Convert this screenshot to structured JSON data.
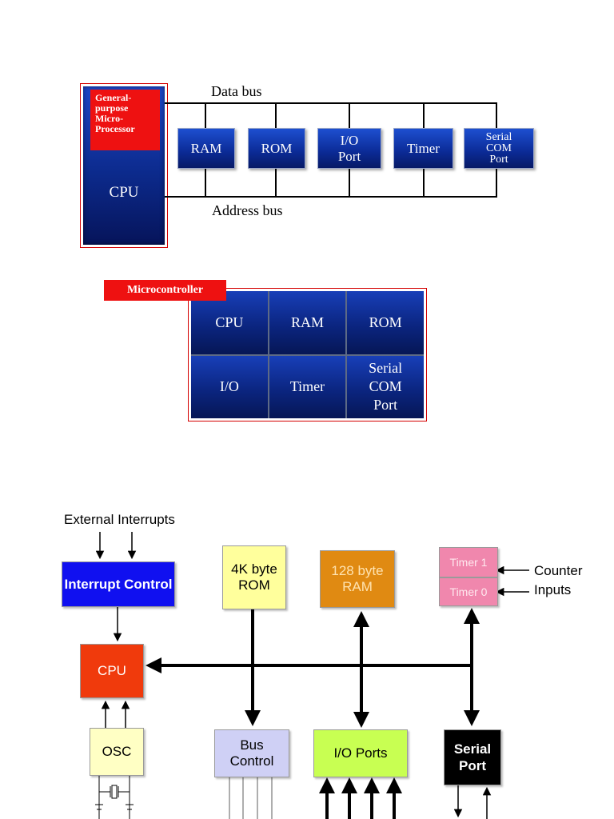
{
  "microprocessor": {
    "cpu_note": [
      "General-",
      "purpose",
      "Micro-",
      "Processor"
    ],
    "cpu_label": "CPU",
    "data_bus": "Data bus",
    "address_bus": "Address bus",
    "peripherals": [
      {
        "lines": [
          "RAM"
        ]
      },
      {
        "lines": [
          "ROM"
        ]
      },
      {
        "lines": [
          "I/O",
          "Port"
        ]
      },
      {
        "lines": [
          "Timer"
        ]
      },
      {
        "lines": [
          "Serial",
          "COM",
          "Port"
        ]
      }
    ]
  },
  "microcontroller": {
    "label": "Microcontroller",
    "cells": [
      {
        "lines": [
          "CPU"
        ]
      },
      {
        "lines": [
          "RAM"
        ]
      },
      {
        "lines": [
          "ROM"
        ]
      },
      {
        "lines": [
          "I/O"
        ]
      },
      {
        "lines": [
          "Timer"
        ]
      },
      {
        "lines": [
          "Serial",
          "COM",
          "Port"
        ]
      }
    ]
  },
  "block_diagram": {
    "external_interrupts": "External Interrupts",
    "interrupt_control": "Interrupt Control",
    "rom": [
      "4K byte",
      "ROM"
    ],
    "ram": [
      "128 byte",
      "RAM"
    ],
    "timer1": "Timer 1",
    "timer0": "Timer 0",
    "counter_inputs": [
      "Counter",
      "Inputs"
    ],
    "cpu": "CPU",
    "osc": "OSC",
    "bus_control": [
      "Bus",
      "Control"
    ],
    "io_ports": "I/O Ports",
    "serial_port": [
      "Serial",
      "Port"
    ]
  },
  "colors": {
    "interrupt_control": "#1010f0",
    "rom": "#ffff9c",
    "ram": "#e08a12",
    "timers": "#f087ad",
    "cpu": "#f03a0c",
    "osc": "#ffffc4",
    "bus_control": "#cfd0f5",
    "io_ports": "#c8ff52",
    "serial_port": "#000000"
  }
}
